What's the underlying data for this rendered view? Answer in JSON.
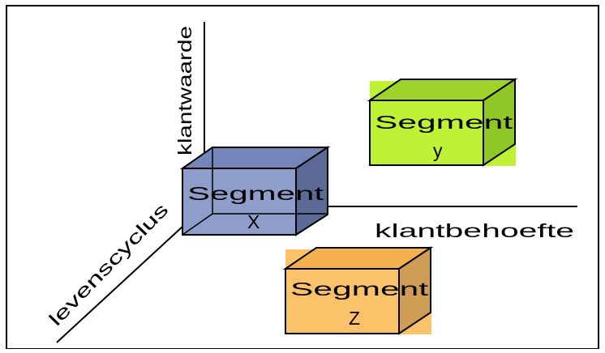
{
  "axes": {
    "vertical_label": "klantwaarde",
    "horizontal_label": "klantbehoefte",
    "depth_label": "levenscyclus"
  },
  "segments": {
    "x": {
      "line1": "Segment",
      "line2": "X",
      "front_color": "#8e9dc9",
      "top_color": "#7485ba",
      "side_color": "#5b6a96"
    },
    "y": {
      "line1": "Segment",
      "line2": "y",
      "front_color": "#bff234",
      "top_color": "#9cd42a",
      "side_color": "#8fc826"
    },
    "z": {
      "line1": "Segment",
      "line2": "Z",
      "front_color": "#fbc26a",
      "top_color": "#f3b04f",
      "side_color": "#cf9d55"
    }
  }
}
